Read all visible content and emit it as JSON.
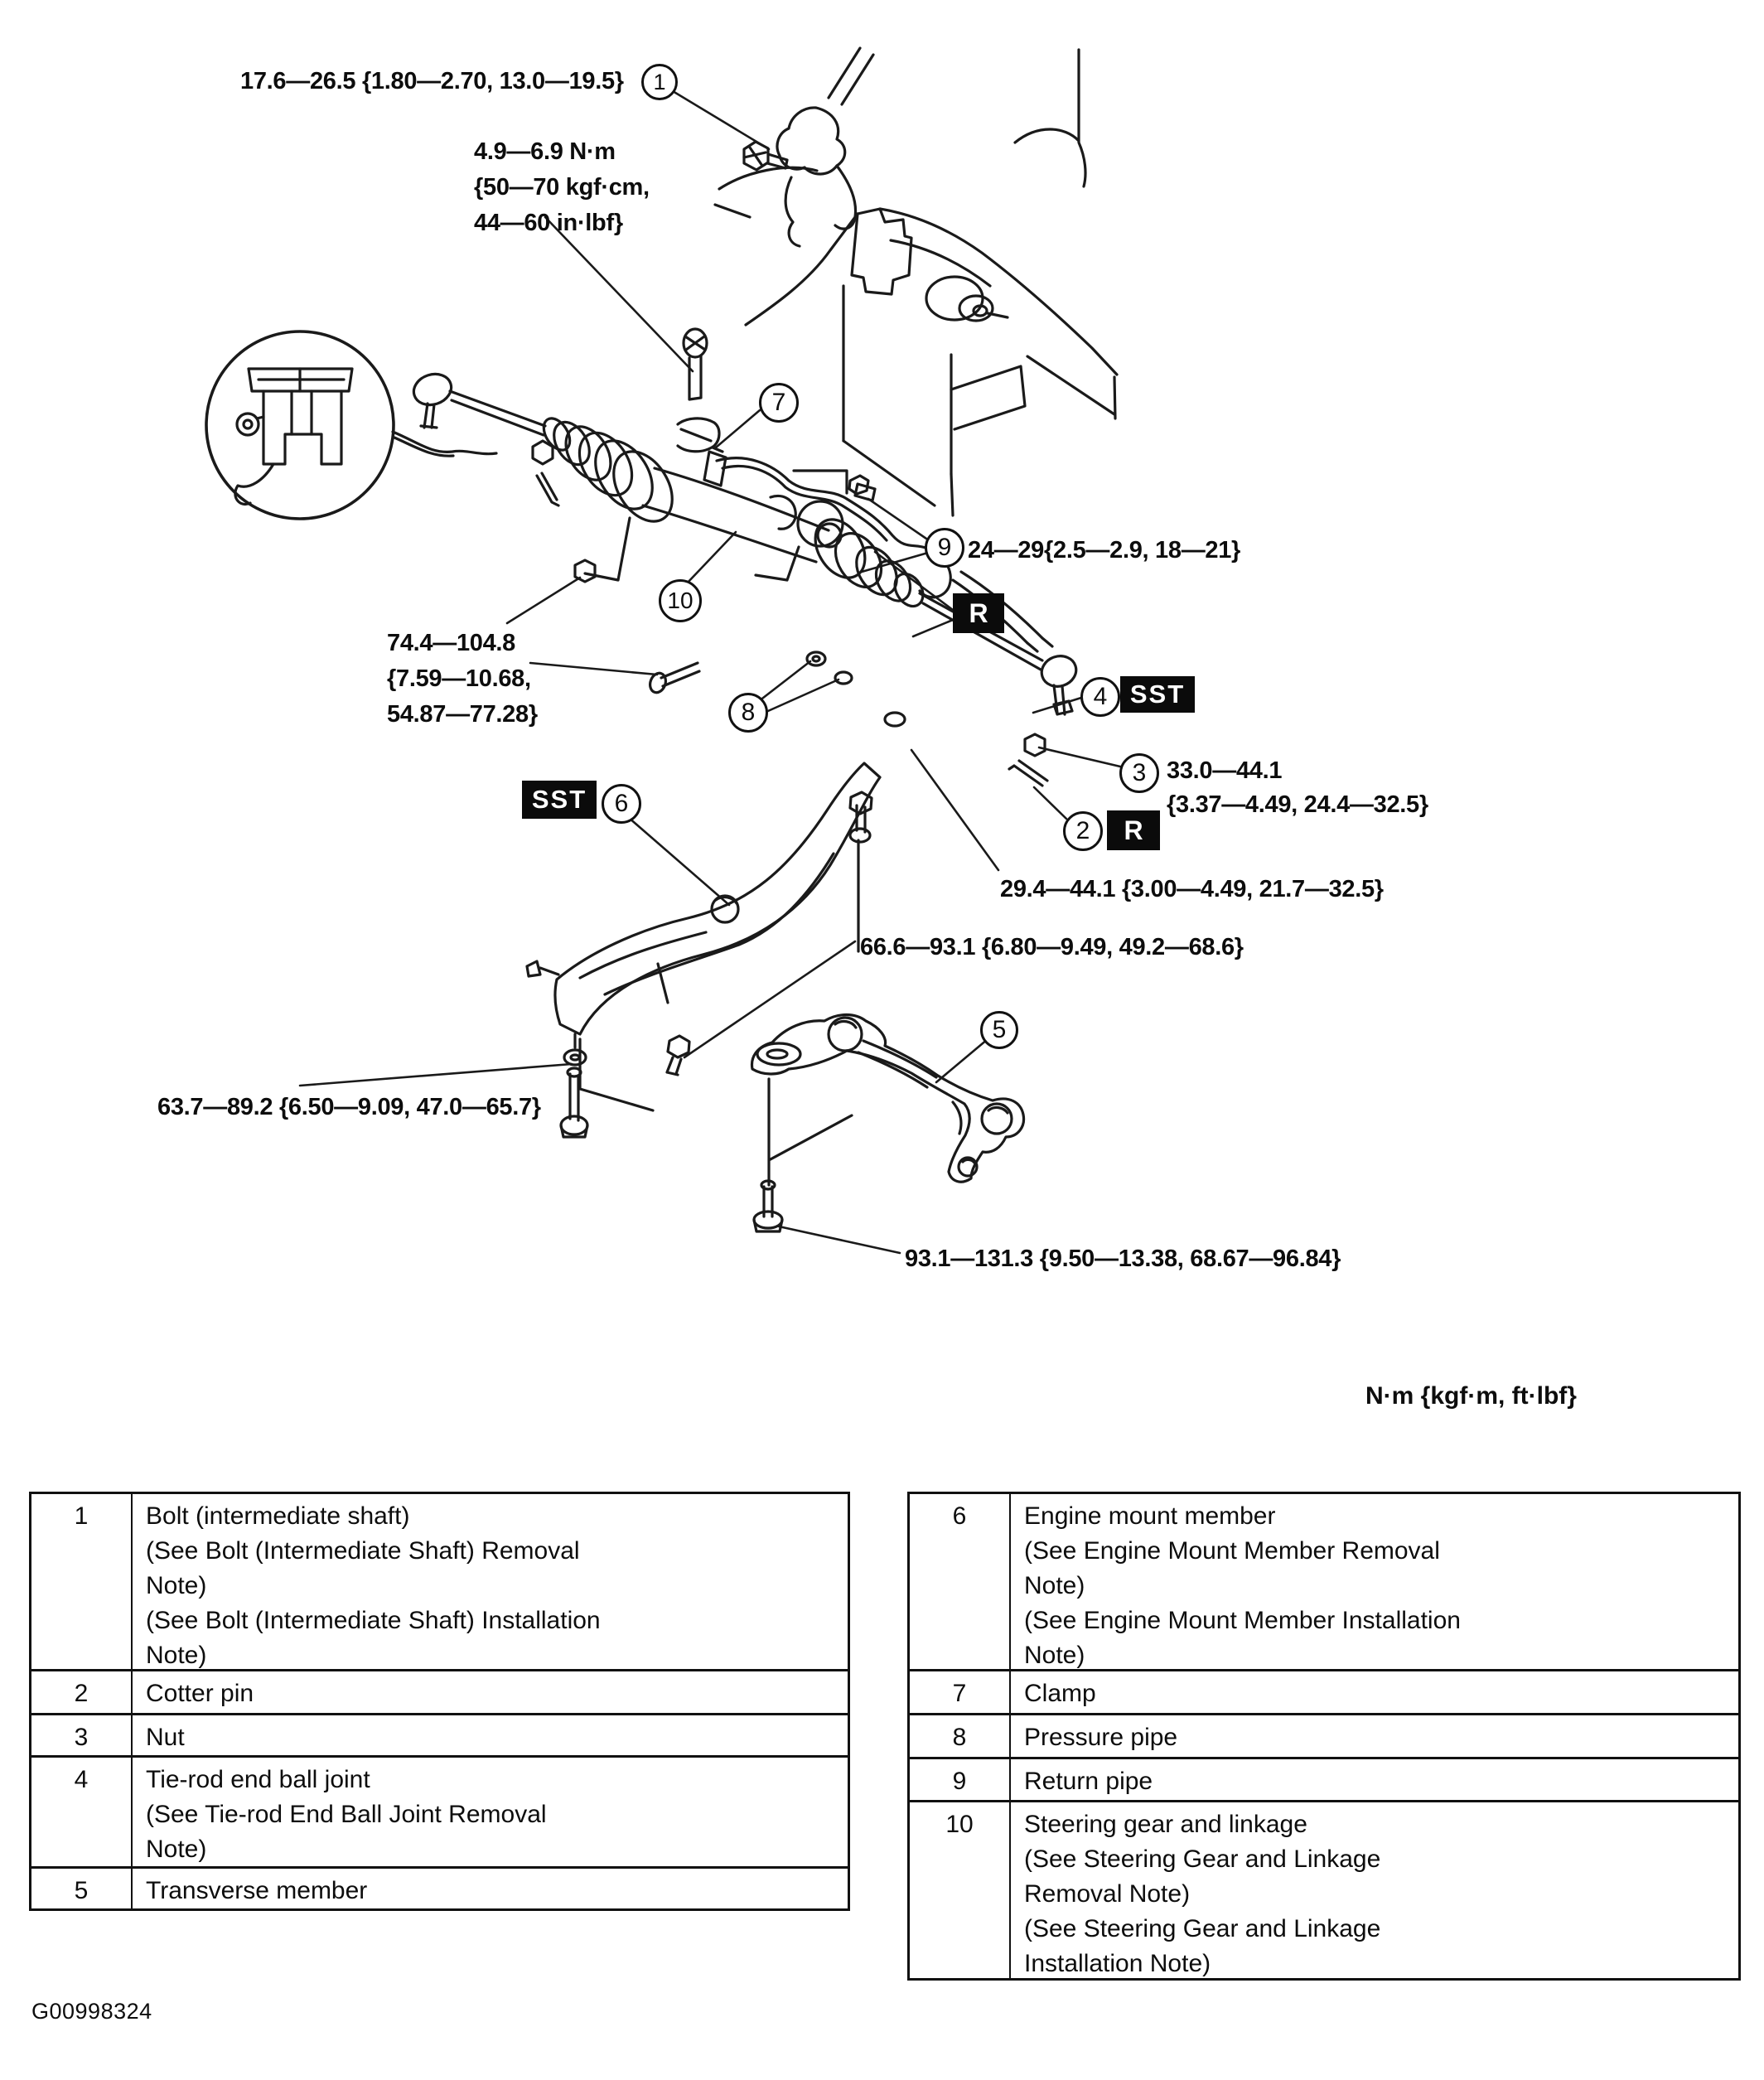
{
  "figure": {
    "legend_units": "N·m {kgf·m, ft·lbf}",
    "figure_code": "G00998324"
  },
  "callouts": {
    "c1": "1",
    "c2": "2",
    "c3": "3",
    "c4": "4",
    "c5": "5",
    "c6": "6",
    "c7": "7",
    "c8": "8",
    "c9": "9",
    "c10": "10"
  },
  "badges": {
    "sst_right": "SST",
    "sst_left": "SST",
    "r_upper": "R",
    "r_lower": "R"
  },
  "torque_labels": {
    "intermediate_shaft_bolt": {
      "lines": [
        "17.6—26.5 {1.80—2.70, 13.0—19.5}"
      ]
    },
    "clamp_bolt": {
      "lines": [
        "4.9—6.9 N·m",
        "{50—70 kgf·cm,",
        "44—60 in·lbf}"
      ]
    },
    "gear_mount_bolts": {
      "lines": [
        "74.4—104.8",
        "{7.59—10.68,",
        "54.87—77.28}"
      ]
    },
    "return_pipe_fitting": {
      "lines": [
        "24—29{2.5—2.9, 18—21}"
      ]
    },
    "tie_rod_end_nut": {
      "lines": [
        "33.0—44.1",
        "{3.37—4.49, 24.4—32.5}"
      ]
    },
    "tie_rod_lock": {
      "lines": [
        "29.4—44.1 {3.00—4.49, 21.7—32.5}"
      ]
    },
    "mount_member_nuts": {
      "lines": [
        "66.6—93.1 {6.80—9.49, 49.2—68.6}"
      ]
    },
    "mount_member_bolt": {
      "lines": [
        "63.7—89.2 {6.50—9.09, 47.0—65.7}"
      ]
    },
    "transverse_member_bolt": {
      "lines": [
        "93.1—131.3 {9.50—13.38, 68.67—96.84}"
      ]
    }
  },
  "tables": {
    "left": {
      "rows": [
        {
          "num": "1",
          "lines": [
            "Bolt (intermediate shaft)",
            "(See Bolt (Intermediate Shaft) Removal",
            "Note)",
            "(See Bolt (Intermediate Shaft) Installation",
            "Note)"
          ]
        },
        {
          "num": "2",
          "lines": [
            "Cotter pin"
          ]
        },
        {
          "num": "3",
          "lines": [
            "Nut"
          ]
        },
        {
          "num": "4",
          "lines": [
            "Tie-rod end ball joint",
            "(See Tie-rod End Ball Joint Removal",
            "Note)"
          ]
        },
        {
          "num": "5",
          "lines": [
            "Transverse member"
          ]
        }
      ]
    },
    "right": {
      "rows": [
        {
          "num": "6",
          "lines": [
            "Engine mount member",
            "(See Engine Mount Member Removal",
            "Note)",
            "(See Engine Mount Member Installation",
            "Note)"
          ]
        },
        {
          "num": "7",
          "lines": [
            "Clamp"
          ]
        },
        {
          "num": "8",
          "lines": [
            "Pressure pipe"
          ]
        },
        {
          "num": "9",
          "lines": [
            "Return pipe"
          ]
        },
        {
          "num": "10",
          "lines": [
            "Steering gear and linkage",
            "(See Steering Gear and Linkage",
            "Removal Note)",
            "(See Steering Gear and Linkage",
            "Installation Note)"
          ]
        }
      ]
    }
  }
}
